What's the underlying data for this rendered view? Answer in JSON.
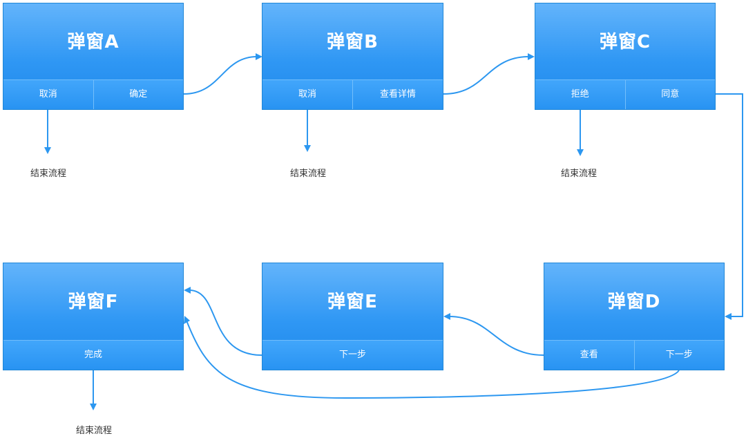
{
  "colors": {
    "box_top": "#63b4fb",
    "box_bottom": "#1e88ea",
    "connector": "#2c97f0",
    "text_dark": "#333333"
  },
  "dialogs": [
    {
      "id": "a",
      "title": "弹窗A",
      "actions": [
        "取消",
        "确定"
      ]
    },
    {
      "id": "b",
      "title": "弹窗B",
      "actions": [
        "取消",
        "查看详情"
      ]
    },
    {
      "id": "c",
      "title": "弹窗C",
      "actions": [
        "拒绝",
        "同意"
      ]
    },
    {
      "id": "d",
      "title": "弹窗D",
      "actions": [
        "查看",
        "下一步"
      ]
    },
    {
      "id": "e",
      "title": "弹窗E",
      "actions": [
        "下一步"
      ]
    },
    {
      "id": "f",
      "title": "弹窗F",
      "actions": [
        "完成"
      ]
    }
  ],
  "end_labels": [
    "结束流程",
    "结束流程",
    "结束流程",
    "结束流程"
  ],
  "connections": [
    {
      "from": "弹窗A",
      "action": "确定",
      "to": "弹窗B"
    },
    {
      "from": "弹窗A",
      "action": "取消",
      "to": "结束流程"
    },
    {
      "from": "弹窗B",
      "action": "查看详情",
      "to": "弹窗C"
    },
    {
      "from": "弹窗B",
      "action": "取消",
      "to": "结束流程"
    },
    {
      "from": "弹窗C",
      "action": "同意",
      "to": "弹窗D"
    },
    {
      "from": "弹窗C",
      "action": "拒绝",
      "to": "结束流程"
    },
    {
      "from": "弹窗D",
      "action": "查看",
      "to": "弹窗E"
    },
    {
      "from": "弹窗D",
      "action": "下一步",
      "to": "弹窗F"
    },
    {
      "from": "弹窗E",
      "action": "下一步",
      "to": "弹窗F"
    },
    {
      "from": "弹窗F",
      "action": "完成",
      "to": "结束流程"
    }
  ]
}
